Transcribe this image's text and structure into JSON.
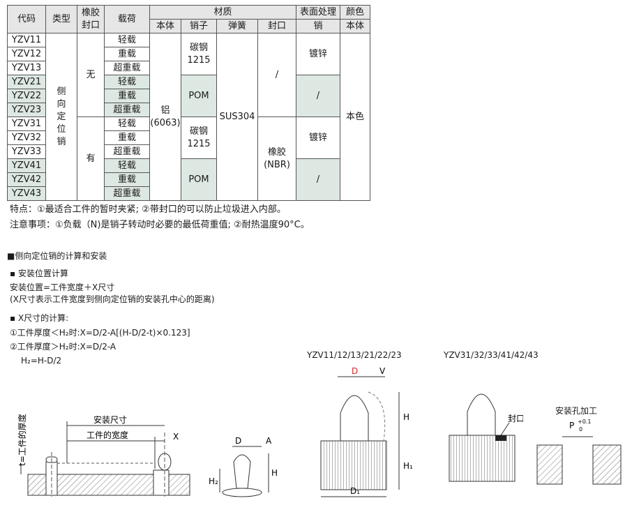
{
  "table": {
    "headers": {
      "code": "代码",
      "type": "类型",
      "seal_top": "橡胶",
      "seal_bottom": "封口",
      "load": "载荷",
      "material": "材质",
      "surface": "表面处理",
      "color": "颜色",
      "body": "本体",
      "pin": "销子",
      "spring": "弹簧",
      "seal": "封口",
      "surface_pin": "销",
      "color_body": "本体"
    },
    "codes": [
      "YZV11",
      "YZV12",
      "YZV13",
      "YZV21",
      "YZV22",
      "YZV23",
      "YZV31",
      "YZV32",
      "YZV33",
      "YZV41",
      "YZV42",
      "YZV43"
    ],
    "loads": [
      "轻载",
      "重载",
      "超重载",
      "轻载",
      "重载",
      "超重载",
      "轻载",
      "重载",
      "超重载",
      "轻载",
      "重载",
      "超重载"
    ],
    "type_chars": [
      "侧",
      "向",
      "定",
      "位",
      "销"
    ],
    "seal_none": "无",
    "seal_yes": "有",
    "body_line1": "铝",
    "body_line2": "(6063)",
    "pin_steel_1": "碳钢",
    "pin_steel_2": "1215",
    "pin_pom": "POM",
    "spring": "SUS304",
    "seal_slash": "/",
    "seal_rubber_1": "橡胶",
    "seal_rubber_2": "(NBR)",
    "surface_zinc": "镀锌",
    "surface_slash": "/",
    "color_value": "本色"
  },
  "notes": {
    "features": "特点：①最适合工件的暂时夹紧; ②带封口的可以防止垃圾进入内部。",
    "cautions": "注意事项：①负载（N)是销子转动时必要的最低荷重值; ②耐热温度90°C。"
  },
  "calc": {
    "section_title": "■侧向定位销的计算和安装",
    "position_heading": "▪ 安装位置计算",
    "position_formula": "安装位置=工件宽度＋X尺寸",
    "position_note": "(X尺寸表示工件宽度到侧向定位销的安装孔中心的距离)",
    "x_heading": "▪ X尺寸的计算:",
    "formula1": "①工件厚度＜H₂时:X=D/2-A[(H-D/2-t)×0.123]",
    "formula2": "②工件厚度＞H₂时:X=D/2-A",
    "h2_def": "H₂=H-D/2"
  },
  "diagrams": {
    "install": {
      "thickness_label": "t=工件的厚度",
      "install_dim": "安装尺寸",
      "workpiece_width": "工件的宽度",
      "x": "X"
    },
    "detail": {
      "d": "D",
      "a": "A",
      "h": "H",
      "h2": "H₂"
    },
    "series1": {
      "title": "YZV11/12/13/21/22/23",
      "d": "D",
      "v": "V",
      "h": "H",
      "h1": "H₁",
      "d1": "D₁"
    },
    "series2": {
      "title": "YZV31/32/33/41/42/43",
      "seal": "封口"
    },
    "hole": {
      "title": "安装孔加工",
      "p": "P",
      "tol_top": "+0.1",
      "tol_bottom": "0"
    }
  }
}
